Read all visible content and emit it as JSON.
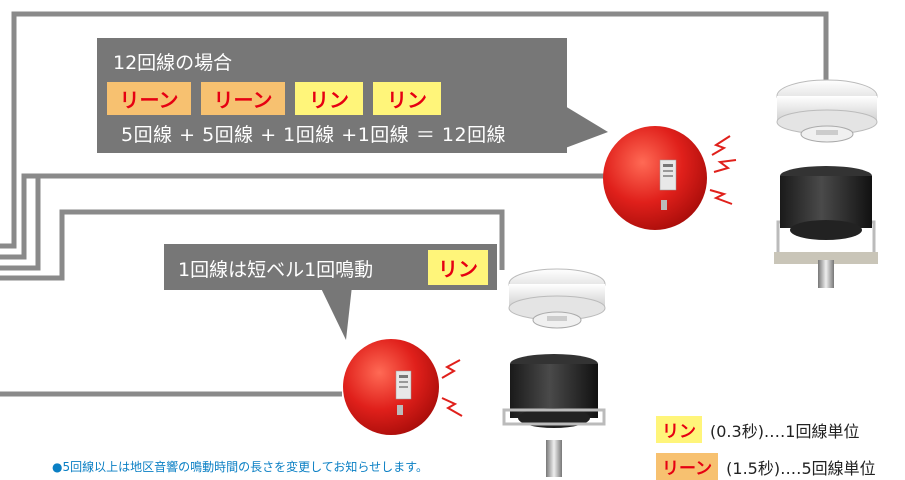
{
  "bubble_top": {
    "title": "12回線の場合",
    "tags": [
      "リーン",
      "リーン",
      "リン",
      "リン"
    ],
    "equation": "5回線 + 5回線 + 1回線 +1回線 ＝ 12回線"
  },
  "bubble_bottom": {
    "text": "1回線は短ベル1回鳴動",
    "tag": "リン"
  },
  "footnote": "●5回線以上は地区音響の鳴動時間の長さを変更してお知らせします。",
  "legend": [
    {
      "tag": "リン",
      "kind": "short",
      "text": "(0.3秒)‥‥1回線単位"
    },
    {
      "tag": "リーン",
      "kind": "long",
      "text": "(1.5秒)‥‥5回線単位"
    }
  ],
  "colors": {
    "wire": "#8a8a8a",
    "bubble": "#777777",
    "bell": "#e0201b",
    "tag_text": "#e60012",
    "tag_short_bg": "#fff57a",
    "tag_long_bg": "#f7c170",
    "footnote": "#0a7fc4"
  }
}
